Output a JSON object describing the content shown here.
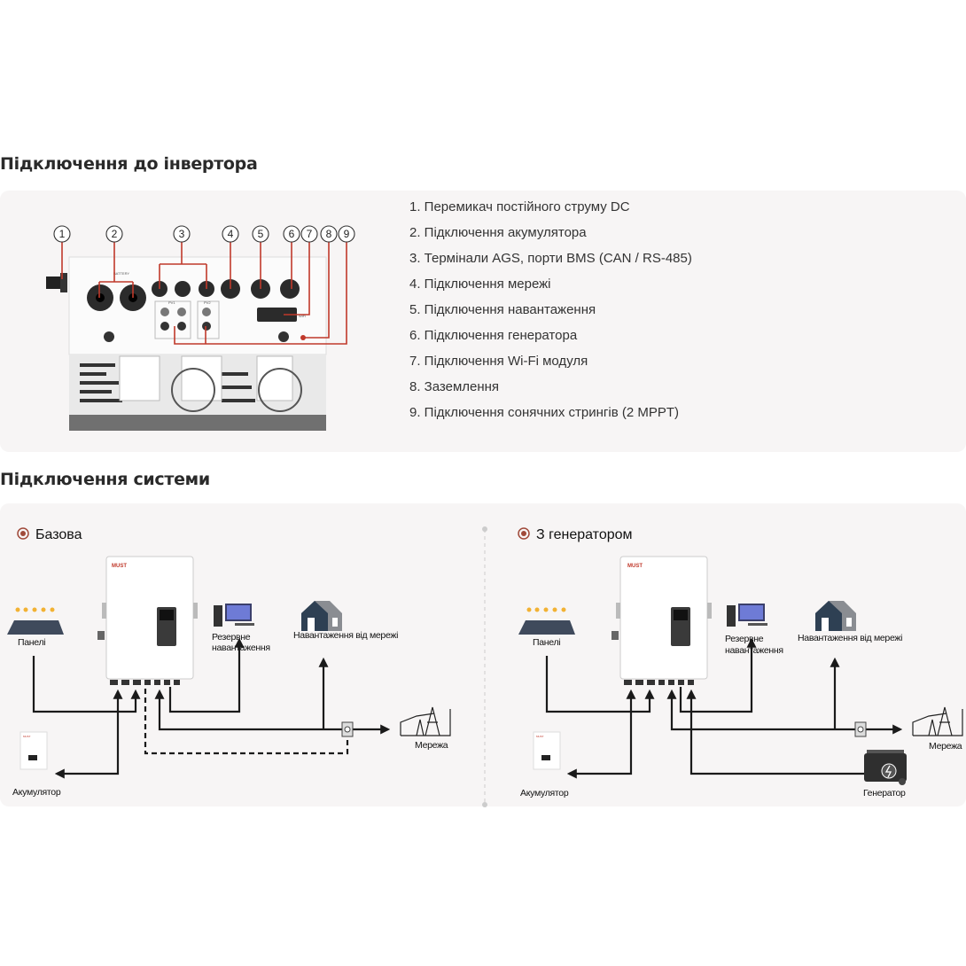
{
  "sections": {
    "inverter_title": "Підключення до інвертора",
    "system_title": "Підключення системи"
  },
  "callout_numbers": [
    "1",
    "2",
    "3",
    "4",
    "5",
    "6",
    "7",
    "8",
    "9"
  ],
  "connections": [
    "1. Перемикач постійного струму DC",
    "2. Підключення акумулятора",
    "3. Термінали AGS, порти BMS (CAN / RS-485)",
    "4. Підключення мережі",
    "5. Підключення навантаження",
    "6. Підключення генератора",
    "7. Підключення Wi-Fi модуля",
    "8. Заземлення",
    "9. Підключення сонячних стрингів (2 MPPT)"
  ],
  "device_lettering": {
    "battery": "BATTERY",
    "pv1": "PV1",
    "pv2": "PV2",
    "wifi": "WiFi",
    "brand": "MUST"
  },
  "diagrams": {
    "basic": {
      "title": "Базова",
      "panels": "Панелі",
      "backup_1": "Резервне",
      "backup_2": "навантаження",
      "grid_load": "Навантаження від мережі",
      "grid": "Мережа",
      "battery": "Акумулятор"
    },
    "generator": {
      "title": "З генератором",
      "panels": "Панелі",
      "backup_1": "Резервне",
      "backup_2": "навантаження",
      "grid_load": "Навантаження від мережі",
      "grid": "Мережа",
      "battery": "Акумулятор",
      "generator": "Генератор"
    }
  },
  "colors": {
    "accent": "#c0392b",
    "panel_bg": "#f7f5f5",
    "line": "#1a1a1a"
  }
}
